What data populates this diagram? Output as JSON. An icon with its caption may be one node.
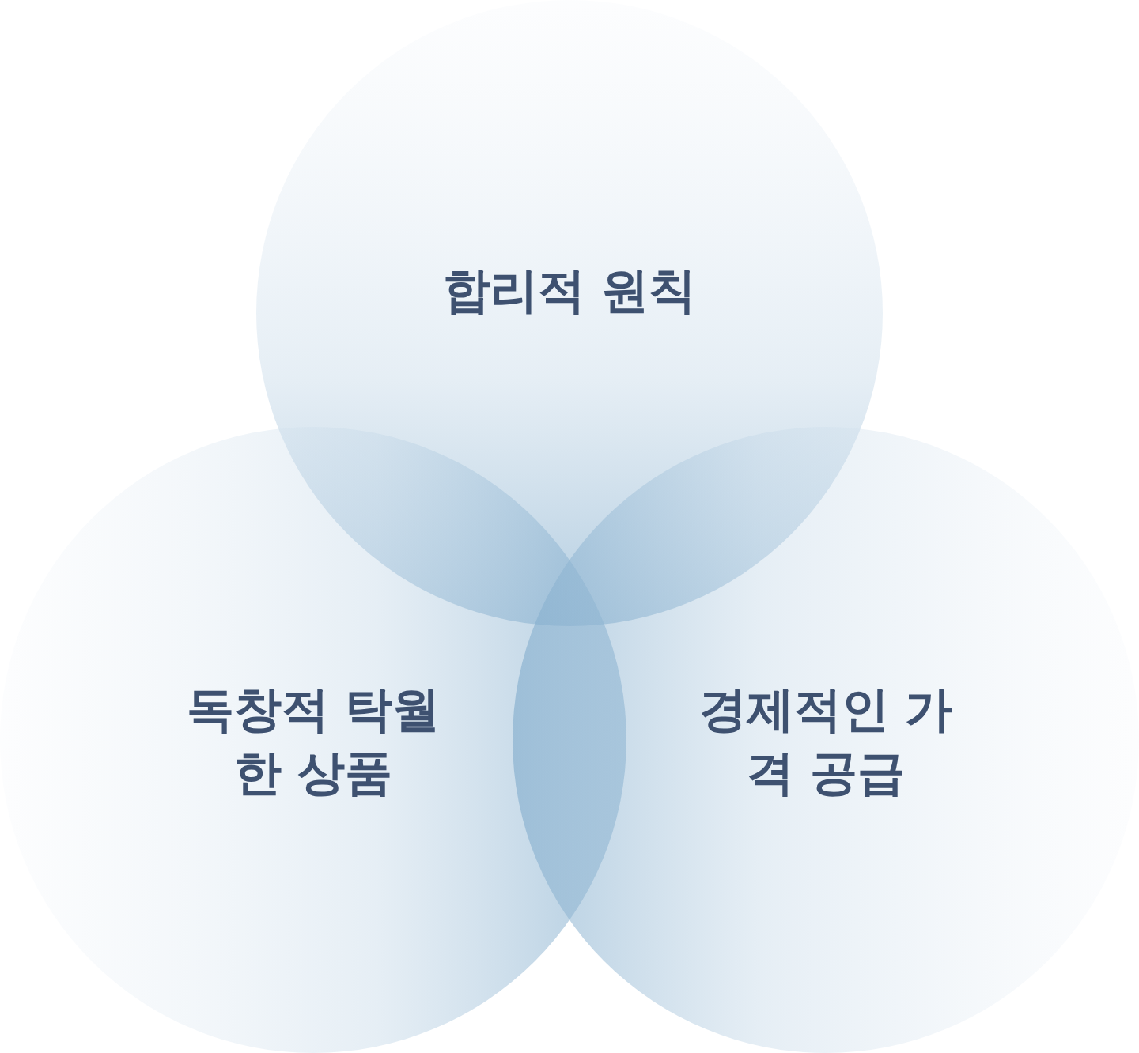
{
  "diagram": {
    "nodes": [
      {
        "text": [
          "합리적 원칙"
        ]
      },
      {
        "text": [
          "독창적 탁월한 상품"
        ]
      },
      {
        "text": [
          "경제적인 가격 공급"
        ]
      }
    ]
  }
}
